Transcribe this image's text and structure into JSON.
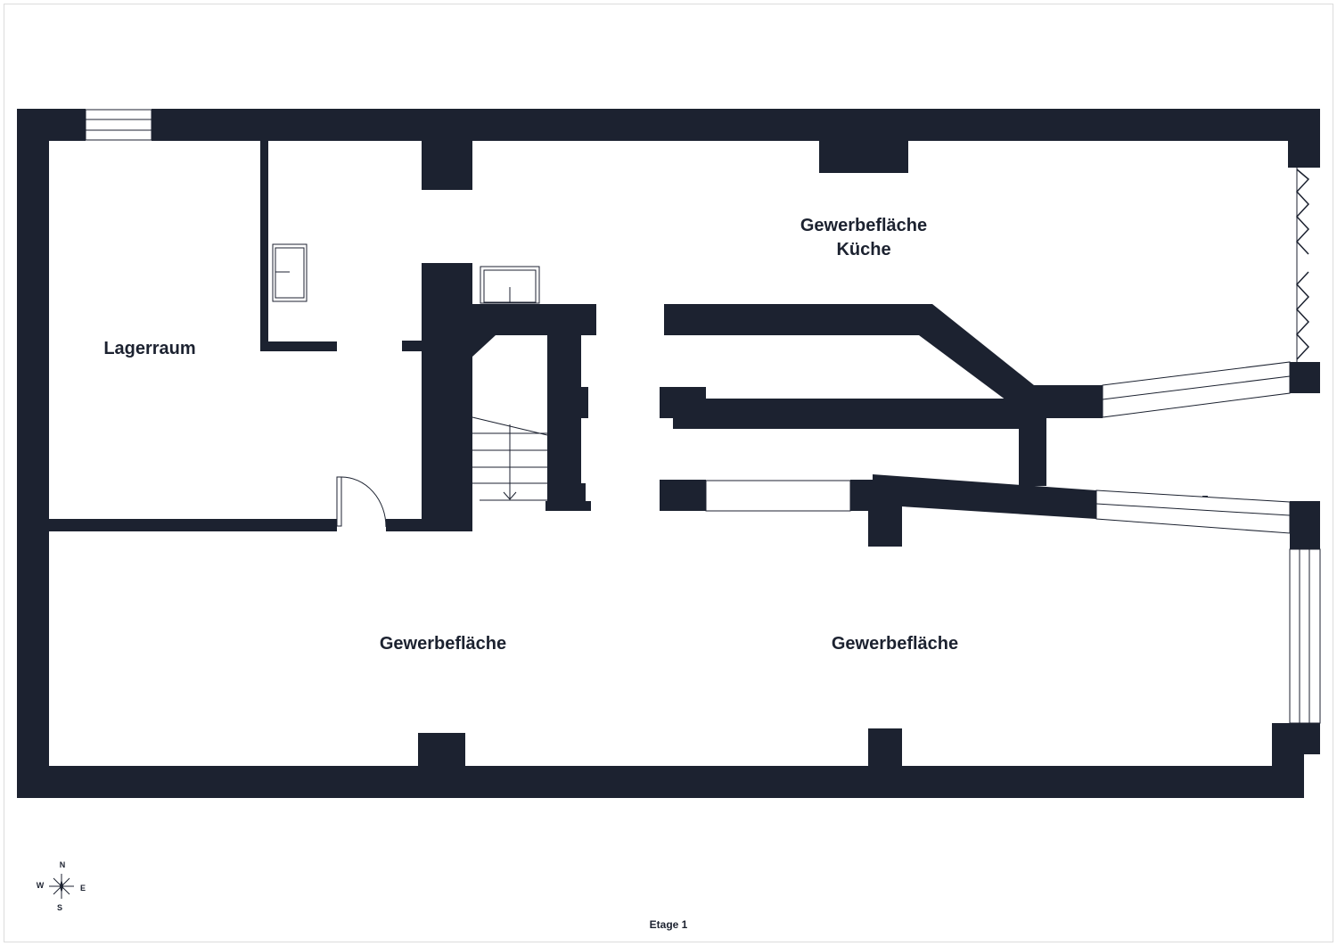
{
  "colors": {
    "wall": "#1c2230",
    "background": "#ffffff",
    "border": "#dcdcdc"
  },
  "rooms": {
    "storage": "Lagerraum",
    "commercial_kitchen_line1": "Gewerbefläche",
    "commercial_kitchen_line2": "Küche",
    "commercial_left": "Gewerbefläche",
    "commercial_right": "Gewerbefläche"
  },
  "compass": {
    "north": "N",
    "east": "E",
    "south": "S",
    "west": "W"
  },
  "floor": {
    "label": "Etage 1"
  }
}
